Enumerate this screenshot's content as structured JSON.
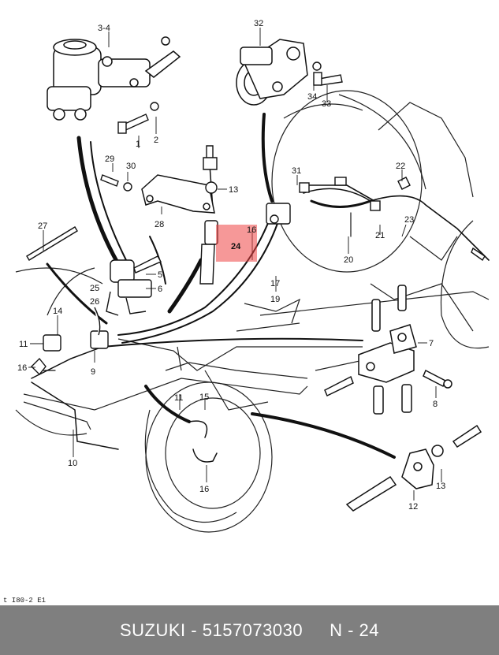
{
  "diagram": {
    "highlight_color": "#ee4444",
    "callouts": [
      {
        "id": "c-3-4",
        "text": "3-4"
      },
      {
        "id": "c-1a",
        "text": "1"
      },
      {
        "id": "c-2",
        "text": "2"
      },
      {
        "id": "c-29",
        "text": "29"
      },
      {
        "id": "c-30",
        "text": "30"
      },
      {
        "id": "c-28",
        "text": "28"
      },
      {
        "id": "c-13a",
        "text": "13"
      },
      {
        "id": "c-27",
        "text": "27"
      },
      {
        "id": "c-5",
        "text": "5"
      },
      {
        "id": "c-6",
        "text": "6"
      },
      {
        "id": "c-25",
        "text": "25"
      },
      {
        "id": "c-26",
        "text": "26"
      },
      {
        "id": "c-14",
        "text": "14"
      },
      {
        "id": "c-11a",
        "text": "11"
      },
      {
        "id": "c-16a",
        "text": "16"
      },
      {
        "id": "c-9",
        "text": "9"
      },
      {
        "id": "c-10",
        "text": "10"
      },
      {
        "id": "c-32",
        "text": "32"
      },
      {
        "id": "c-34",
        "text": "34"
      },
      {
        "id": "c-33",
        "text": "33"
      },
      {
        "id": "c-31",
        "text": "31"
      },
      {
        "id": "c-22",
        "text": "22"
      },
      {
        "id": "c-23",
        "text": "23"
      },
      {
        "id": "c-21",
        "text": "21"
      },
      {
        "id": "c-20",
        "text": "20"
      },
      {
        "id": "c-16b",
        "text": "16"
      },
      {
        "id": "c-24",
        "text": "24"
      },
      {
        "id": "c-17",
        "text": "17"
      },
      {
        "id": "c-19",
        "text": "19"
      },
      {
        "id": "c-7",
        "text": "7"
      },
      {
        "id": "c-8",
        "text": "8"
      },
      {
        "id": "c-11b",
        "text": "11"
      },
      {
        "id": "c-15",
        "text": "15"
      },
      {
        "id": "c-16c",
        "text": "16"
      },
      {
        "id": "c-13b",
        "text": "13"
      },
      {
        "id": "c-12",
        "text": "12"
      }
    ]
  },
  "corner_text": "t I80-2 E1",
  "footer": {
    "brand": "SUZUKI",
    "dash": "-",
    "part_number": "5157073030",
    "ref": "N - 24"
  }
}
